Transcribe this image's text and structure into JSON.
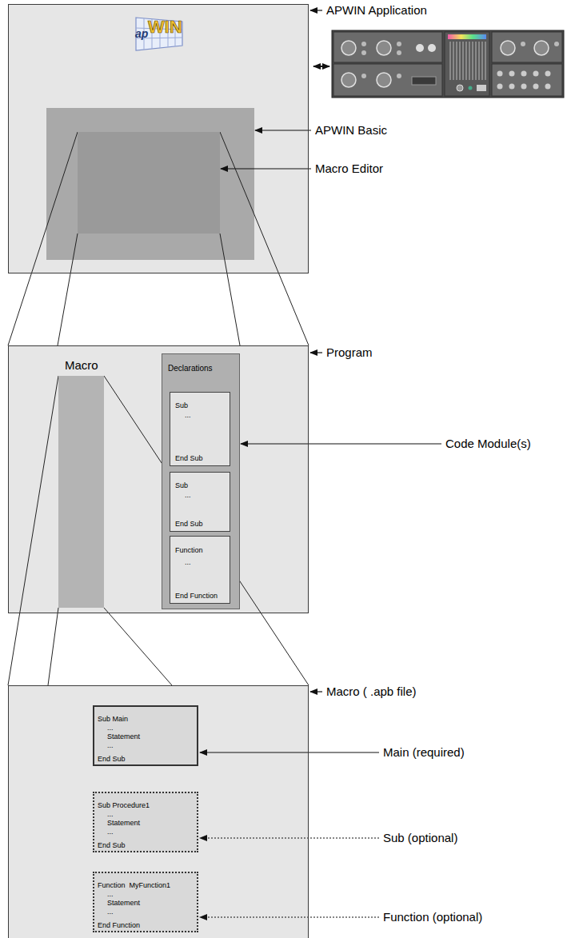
{
  "diagram": {
    "nodes": [
      {
        "text": [
          "APWIN Application"
        ]
      },
      {
        "text": [
          "APWIN Basic"
        ],
        "in": 0
      },
      {
        "text": [
          "Macro Editor"
        ],
        "in": 1
      },
      {
        "text": [
          "Program"
        ]
      },
      {
        "text": [
          "Macro"
        ],
        "in": 3
      },
      {
        "text": [
          "Declarations",
          "Code Module(s)"
        ],
        "in": 3
      },
      {
        "text": [
          "Sub",
          "...",
          "End Sub"
        ],
        "in": 5
      },
      {
        "text": [
          "Sub",
          "...",
          "End Sub"
        ],
        "in": 5
      },
      {
        "text": [
          "Function",
          "...",
          "End Function"
        ],
        "in": 5
      },
      {
        "text": [
          "Macro ( .apb file)"
        ]
      },
      {
        "text": [
          "Sub Main",
          "...",
          "Statement",
          "...",
          "End Sub",
          "Main (required)"
        ],
        "in": 9
      },
      {
        "text": [
          "Sub Procedure1",
          "...",
          "Statement",
          "...",
          "End Sub",
          "Sub (optional)"
        ],
        "in": 9
      },
      {
        "text": [
          "Function  MyFunction1",
          "...",
          "Statement",
          "...",
          "End Function",
          "Function (optional)"
        ],
        "in": 9
      }
    ],
    "edges": [
      {
        "from": 2,
        "to": 3,
        "arrow": "none"
      },
      {
        "from": 2,
        "to": 3,
        "arrow": "none"
      },
      {
        "from": 2,
        "to": 3,
        "arrow": "none"
      },
      {
        "from": 2,
        "to": 3,
        "arrow": "none"
      },
      {
        "from": 4,
        "to": 9,
        "arrow": "none"
      },
      {
        "from": 4,
        "to": 9,
        "arrow": "none"
      },
      {
        "from": 4,
        "to": 9,
        "arrow": "none"
      },
      {
        "from": 4,
        "to": 9,
        "arrow": "none"
      }
    ],
    "labels": [
      "ap",
      "WIN"
    ]
  }
}
